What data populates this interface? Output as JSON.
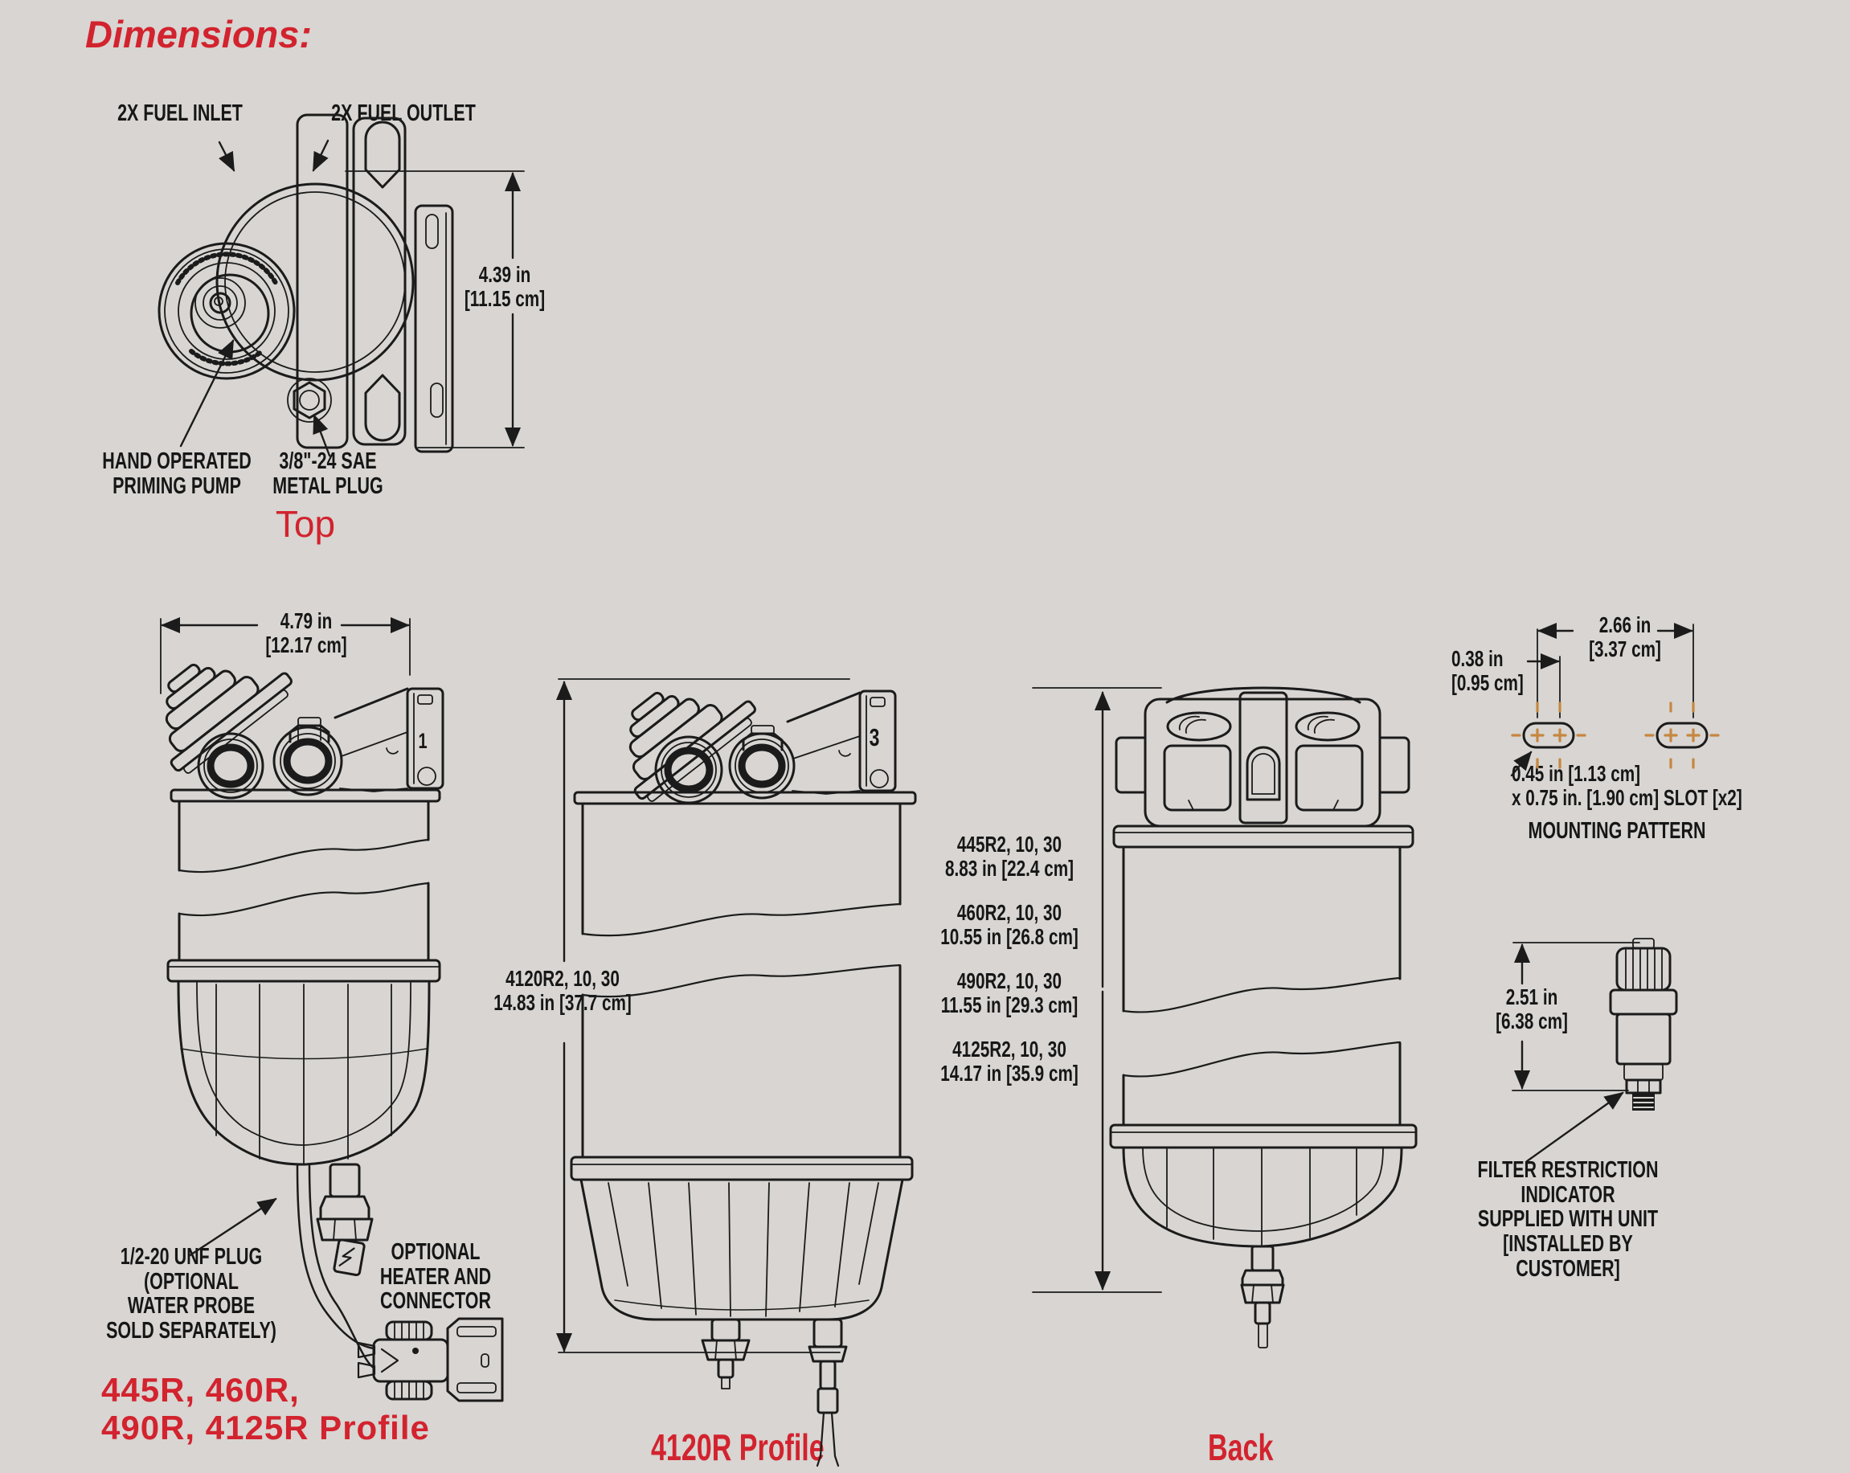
{
  "title": "Dimensions:",
  "palette": {
    "background": "#d8d5d2",
    "line": "#1b1b1b",
    "red": "#d2232e",
    "orange": "#c6873f"
  },
  "top_view": {
    "caption": "Top",
    "fuel_inlet": "2X FUEL INLET",
    "fuel_outlet": "2X FUEL OUTLET",
    "priming_pump": "HAND OPERATED\nPRIMING PUMP",
    "metal_plug": "3/8\"-24 SAE\nMETAL PLUG",
    "height_dim": "4.39 in\n[11.15 cm]"
  },
  "profile_445": {
    "caption": "445R, 460R,\n490R, 4125R Profile",
    "width_dim": "4.79 in\n[12.17 cm]",
    "bracket_marker": "1",
    "unf_plug": "1/2-20 UNF PLUG\n(OPTIONAL\nWATER PROBE\nSOLD SEPARATELY)",
    "heater": "OPTIONAL\nHEATER AND\nCONNECTOR"
  },
  "profile_4120": {
    "caption": "4120R Profile",
    "bracket_marker": "3",
    "height_dim": "4120R2, 10, 30\n14.83 in [37.7 cm]"
  },
  "back_view": {
    "caption": "Back",
    "height_dims": [
      "445R2, 10, 30\n8.83 in [22.4 cm]",
      "460R2, 10, 30\n10.55 in [26.8 cm]",
      "490R2, 10, 30\n11.55 in [29.3 cm]",
      "4125R2, 10, 30\n14.17 in [35.9 cm]"
    ]
  },
  "mounting_pattern": {
    "caption": "MOUNTING PATTERN",
    "offset_dim": "0.38 in\n[0.95 cm]",
    "spacing_dim": "2.66 in\n[3.37 cm]",
    "slot_note": "0.45 in [1.13 cm]\nx 0.75 in. [1.90 cm] SLOT [x2]"
  },
  "restriction_indicator": {
    "caption": "FILTER RESTRICTION INDICATOR\nSUPPLIED WITH UNIT\n[INSTALLED BY CUSTOMER]",
    "height_dim": "2.51 in\n[6.38 cm]"
  }
}
